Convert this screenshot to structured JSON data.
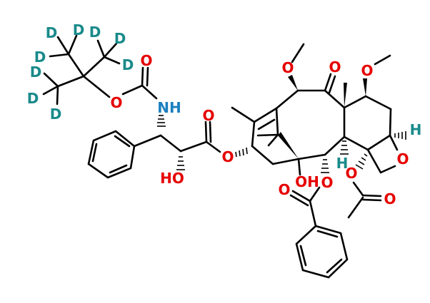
{
  "diagram": {
    "type": "chemical-structure",
    "compound_hint": "Cabazitaxel-d9 (tert-butyl-d9 carbamate)",
    "colors": {
      "bond": "#000000",
      "oxygen": "#e60000",
      "nitrogen": "#1a7fbf",
      "deuterium": "#1a8a8a",
      "hydrogen": "#1a8a8a"
    },
    "atom_labels": {
      "d1": "D",
      "d2": "D",
      "d3": "D",
      "d4": "D",
      "d5": "D",
      "d6": "D",
      "d7": "D",
      "d8": "D",
      "d9": "D",
      "o_carbamate_carbonyl": "O",
      "o_carbamate_ester": "O",
      "nh": "NH",
      "o_ester_carbonyl": "O",
      "o_ester_link": "O",
      "ho_side": "HO",
      "o_methoxy_c10": "O",
      "o_ketone": "O",
      "o_methoxy_c7": "O",
      "h_c5": "H",
      "o_oxetane": "O",
      "h_c3": "H",
      "o_acetate": "O",
      "o_acetate_carbonyl": "O",
      "oh_c1": "OH",
      "o_benzoate": "O",
      "o_benzoate_carbonyl": "O"
    }
  }
}
